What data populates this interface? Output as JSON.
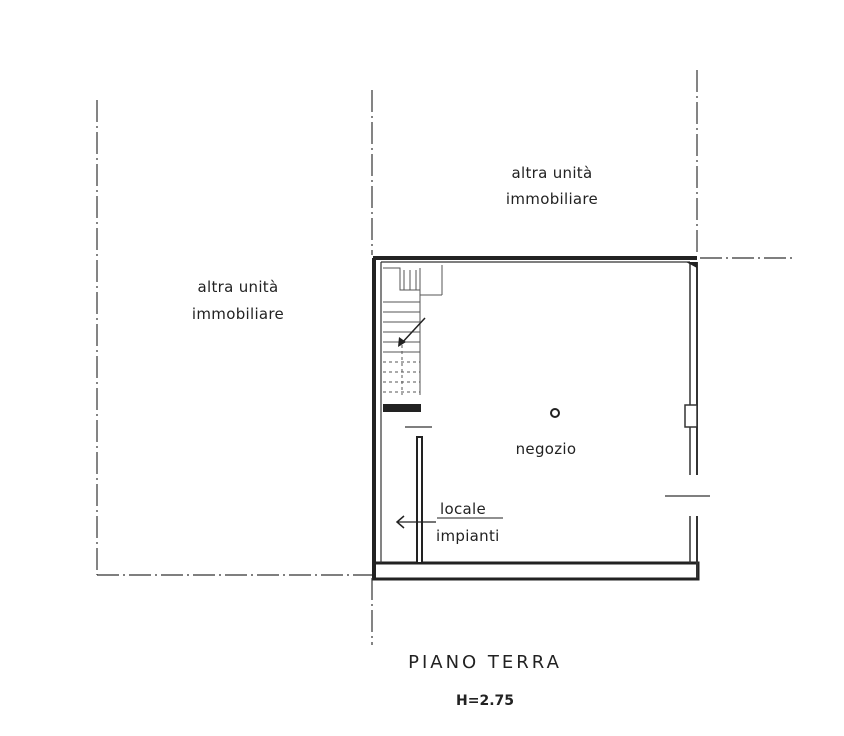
{
  "labels": {
    "top_unit_line1": "altra unità",
    "top_unit_line2": "immobiliare",
    "left_unit_line1": "altra unità",
    "left_unit_line2": "immobiliare",
    "shop": "negozio",
    "plant_room_line1": "locale",
    "plant_room_line2": "impianti",
    "floor_name": "PIANO TERRA",
    "height": "H=2.75"
  }
}
